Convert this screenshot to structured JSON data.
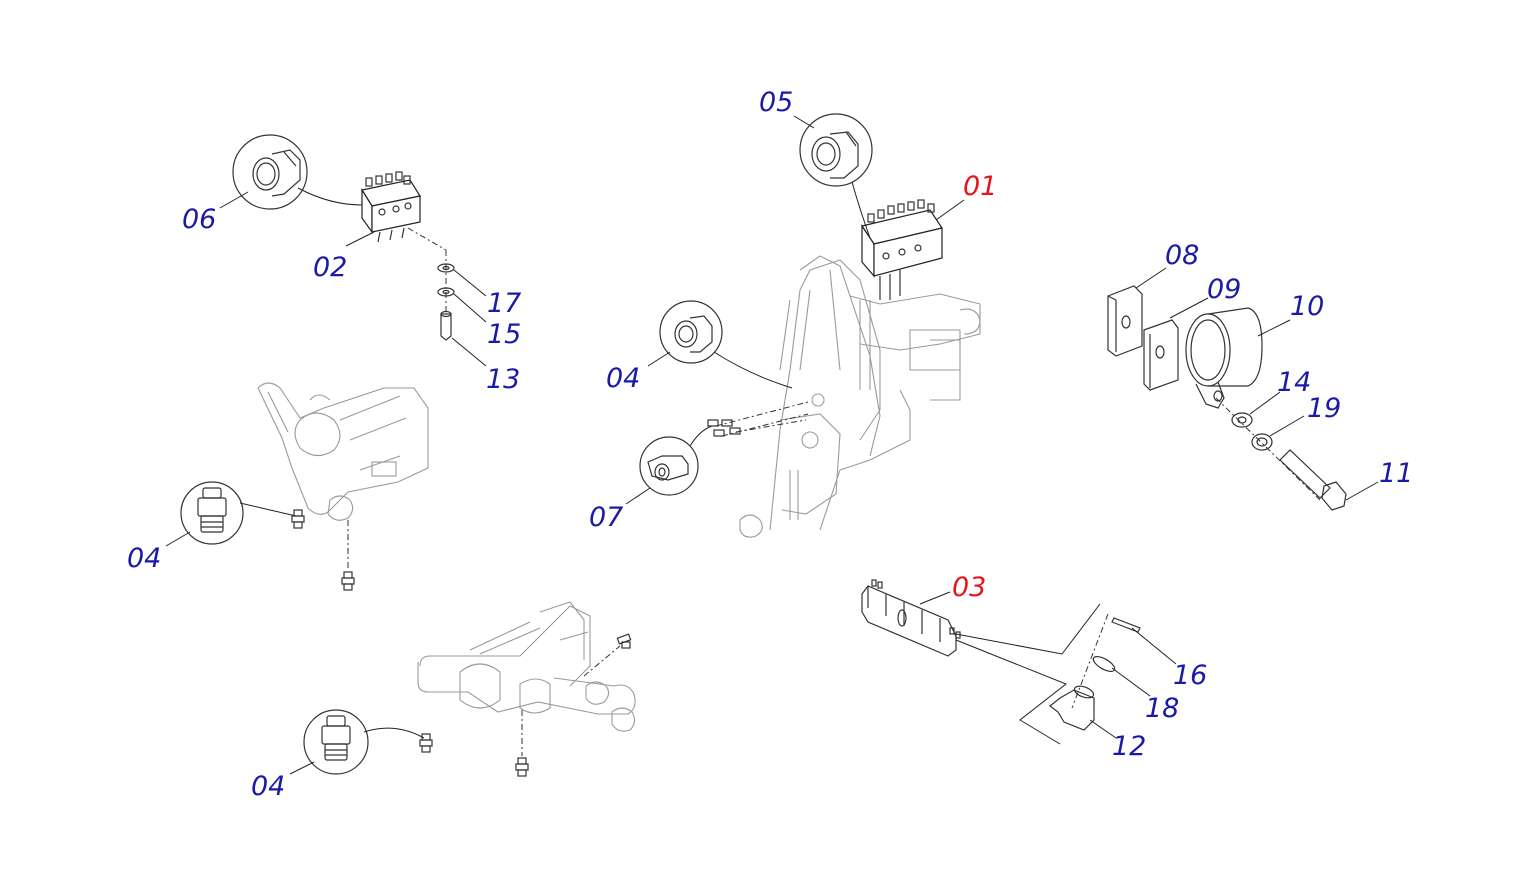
{
  "diagram": {
    "colors": {
      "primary_label": "#e8141b",
      "secondary_label": "#1a1aa8",
      "line": "#222222"
    },
    "callouts": [
      {
        "id": "c01",
        "text": "01",
        "role": "primary"
      },
      {
        "id": "c02",
        "text": "02",
        "role": "secondary"
      },
      {
        "id": "c03",
        "text": "03",
        "role": "primary"
      },
      {
        "id": "c04a",
        "text": "04",
        "role": "secondary"
      },
      {
        "id": "c04b",
        "text": "04",
        "role": "secondary"
      },
      {
        "id": "c04c",
        "text": "04",
        "role": "secondary"
      },
      {
        "id": "c05",
        "text": "05",
        "role": "secondary"
      },
      {
        "id": "c06",
        "text": "06",
        "role": "secondary"
      },
      {
        "id": "c07",
        "text": "07",
        "role": "secondary"
      },
      {
        "id": "c08",
        "text": "08",
        "role": "secondary"
      },
      {
        "id": "c09",
        "text": "09",
        "role": "secondary"
      },
      {
        "id": "c10",
        "text": "10",
        "role": "secondary"
      },
      {
        "id": "c11",
        "text": "11",
        "role": "secondary"
      },
      {
        "id": "c12",
        "text": "12",
        "role": "secondary"
      },
      {
        "id": "c13",
        "text": "13",
        "role": "secondary"
      },
      {
        "id": "c14",
        "text": "14",
        "role": "secondary"
      },
      {
        "id": "c15",
        "text": "15",
        "role": "secondary"
      },
      {
        "id": "c16",
        "text": "16",
        "role": "secondary"
      },
      {
        "id": "c17",
        "text": "17",
        "role": "secondary"
      },
      {
        "id": "c18",
        "text": "18",
        "role": "secondary"
      },
      {
        "id": "c19",
        "text": "19",
        "role": "secondary"
      }
    ]
  }
}
